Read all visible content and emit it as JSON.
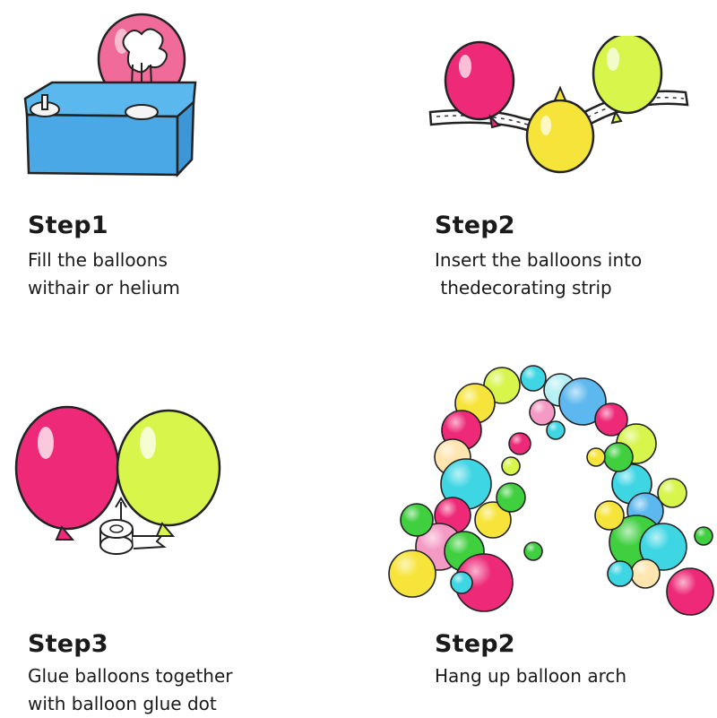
{
  "steps": [
    {
      "title": "Step1",
      "lines": [
        "Fill the balloons",
        "withair or helium"
      ],
      "icon": "balloon-pump-icon"
    },
    {
      "title": "Step2",
      "lines": [
        "Insert the balloons into",
        " thedecorating strip"
      ],
      "icon": "decorating-strip-icon"
    },
    {
      "title": "Step3",
      "lines": [
        "Glue balloons together",
        "with balloon glue dot"
      ],
      "icon": "glue-dot-tape-icon"
    },
    {
      "title": "Step2",
      "lines": [
        "Hang up balloon arch"
      ],
      "icon": "balloon-arch-icon"
    }
  ],
  "colors": {
    "pink": "#ee2a78",
    "lime": "#d7f54a",
    "yellow": "#f7e43a",
    "cyan": "#3fd6e4",
    "green": "#3fcf3f",
    "blue": "#5cb8ee",
    "text": "#1a1a1a"
  }
}
